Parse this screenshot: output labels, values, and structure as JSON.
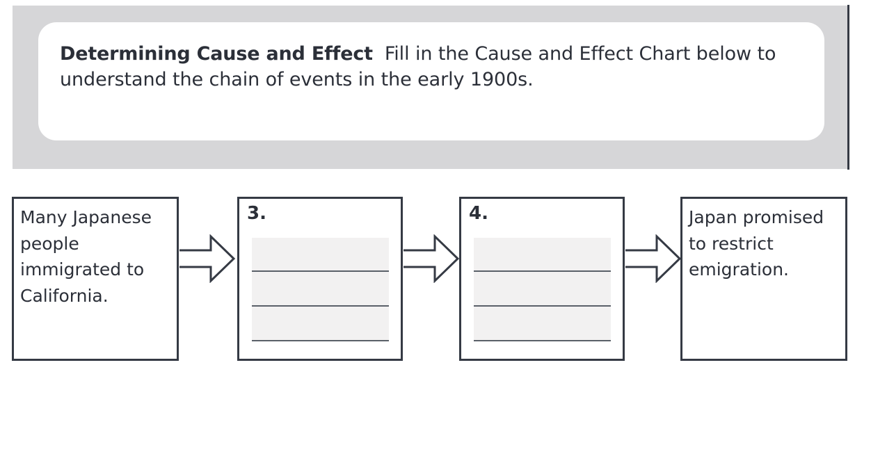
{
  "worksheet": {
    "instruction_title": "Determining Cause and Effect",
    "instruction_body": "Fill in the Cause and Effect Chart below to understand the chain of events in the early 1900s.",
    "colors": {
      "banner_bg": "#d6d6d8",
      "card_bg": "#ffffff",
      "ink": "#2b2f38",
      "box_border": "#353a44",
      "answer_fill": "#f2f1f1",
      "answer_rule": "#5a6068"
    }
  },
  "chart_data": {
    "type": "flowchart",
    "title": "Cause and Effect Chart",
    "orientation": "left-to-right",
    "connector": "block-arrow",
    "nodes": [
      {
        "id": "cause-1",
        "number": "",
        "text": "Many Japanese people immigrated to California.",
        "filled": true,
        "blank_lines": 0
      },
      {
        "id": "blank-3",
        "number": "3.",
        "text": "",
        "filled": false,
        "blank_lines": 3
      },
      {
        "id": "blank-4",
        "number": "4.",
        "text": "",
        "filled": false,
        "blank_lines": 3
      },
      {
        "id": "effect-final",
        "number": "",
        "text": "Japan promised to restrict emigration.",
        "filled": true,
        "blank_lines": 0
      }
    ],
    "edges": [
      {
        "from": "cause-1",
        "to": "blank-3"
      },
      {
        "from": "blank-3",
        "to": "blank-4"
      },
      {
        "from": "blank-4",
        "to": "effect-final"
      }
    ]
  }
}
